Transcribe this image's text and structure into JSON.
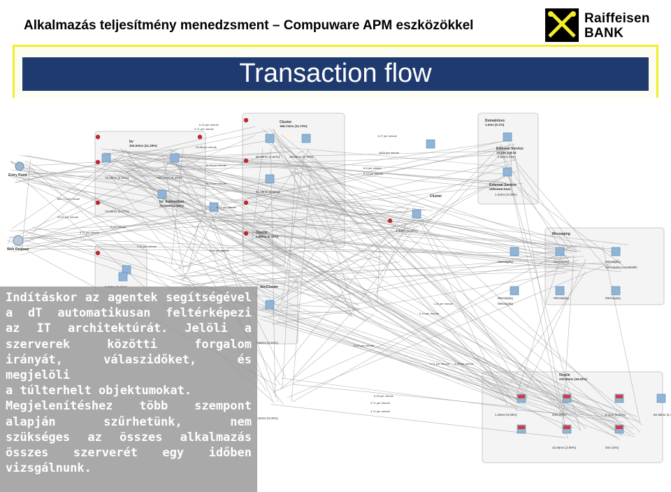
{
  "header": {
    "title": "Alkalmazás teljesítmény menedzsment – Compuware APM eszközökkel",
    "logo_line1": "Raiffeisen",
    "logo_line2": "BANK"
  },
  "banner": {
    "title": "Transaction flow"
  },
  "overlay": {
    "lines": [
      "Indításkor az agentek segítségével",
      "a dT automatikusan feltérképezi",
      "az IT architektúrát. Jelöli a",
      "szerverek közötti forgalom",
      "irányát, válaszidőket, és megjelöli",
      "a túlterhelt objektumokat.",
      "Megjelenítéshez több szempont",
      "alapján szűrhetünk, nem",
      "szükséges az összes alkalmazás",
      "összes szerverét egy időben",
      "vizsgálnunk."
    ]
  },
  "diagram": {
    "nodes": [
      {
        "label": "Entry Point",
        "icon": "entry-point-icon"
      },
      {
        "label": "Web Request",
        "icon": "web-request-icon"
      },
      {
        "label": "bv",
        "sub": "302.63ms (21.29%)"
      },
      {
        "label": "Cluster",
        "sub": "166.74ms (11.73%)"
      },
      {
        "label": "Cluster",
        "sub": "1.55ms (0.11%)"
      },
      {
        "label": "Cluster"
      },
      {
        "label": "Domainless",
        "sub": "1.4ms (0.1%)"
      },
      {
        "label": "External Service",
        "sub": "10.236.118.24"
      },
      {
        "label": "External Service",
        "sub": "unknown host"
      },
      {
        "label": "Messaging"
      },
      {
        "label": "Oracle",
        "sub": "233.25ms (16.42%)"
      },
      {
        "label": "bv_transaction",
        "sub": "70.01ms (4.93%)"
      },
      {
        "label": "docCluster"
      }
    ],
    "edge_labels": [
      "6.14 per minute",
      "4.71 per minute",
      "24.86 per minute",
      "16.06 per minute",
      "36.43 per minute",
      "6.14 per minute",
      "561.71 per minute",
      "33.57 per minute",
      "4.71 per minute",
      "6 per minute",
      "1.43 per minute",
      "6.43 per minute",
      "8.6 per minute",
      "4.27 per minute",
      "3463 per minute",
      "6.43 per minute",
      "1.71 per minute",
      "6.86 per minute",
      "1.34 per minute",
      "6.14 per minute",
      "9.71 per minute",
      "4.71 per minute",
      "5.29 per minute",
      "18.57 per minute"
    ],
    "timing_labels": [
      "75.89ms (5.31%)",
      "82.17ms (5.28%)",
      "74.56ms (5.27%)",
      "6.53ms (0.61%)",
      "65.59ms (4.61%)",
      "39.55ms (2.78%)",
      "61.69ms (4.34%)",
      "4.92ms (0.32%)",
      "8.86ms (0.61%)",
      "6.62ms (0.04%)",
      "1.48ms (0.08%)",
      "0ms (0%)",
      "0.1ms (0.01%)",
      "82.36ms (5.79%)",
      "42.56ms (2.99%)",
      "0ms (0%)",
      "0.66ms (0%)",
      "1.34ms (0.09%)"
    ],
    "messaging_items": [
      "Messaging",
      "Messaging",
      "Messaging",
      "Messaging unavailable",
      "Messaging",
      "Messaging",
      "Messaging",
      "Messaging"
    ]
  }
}
